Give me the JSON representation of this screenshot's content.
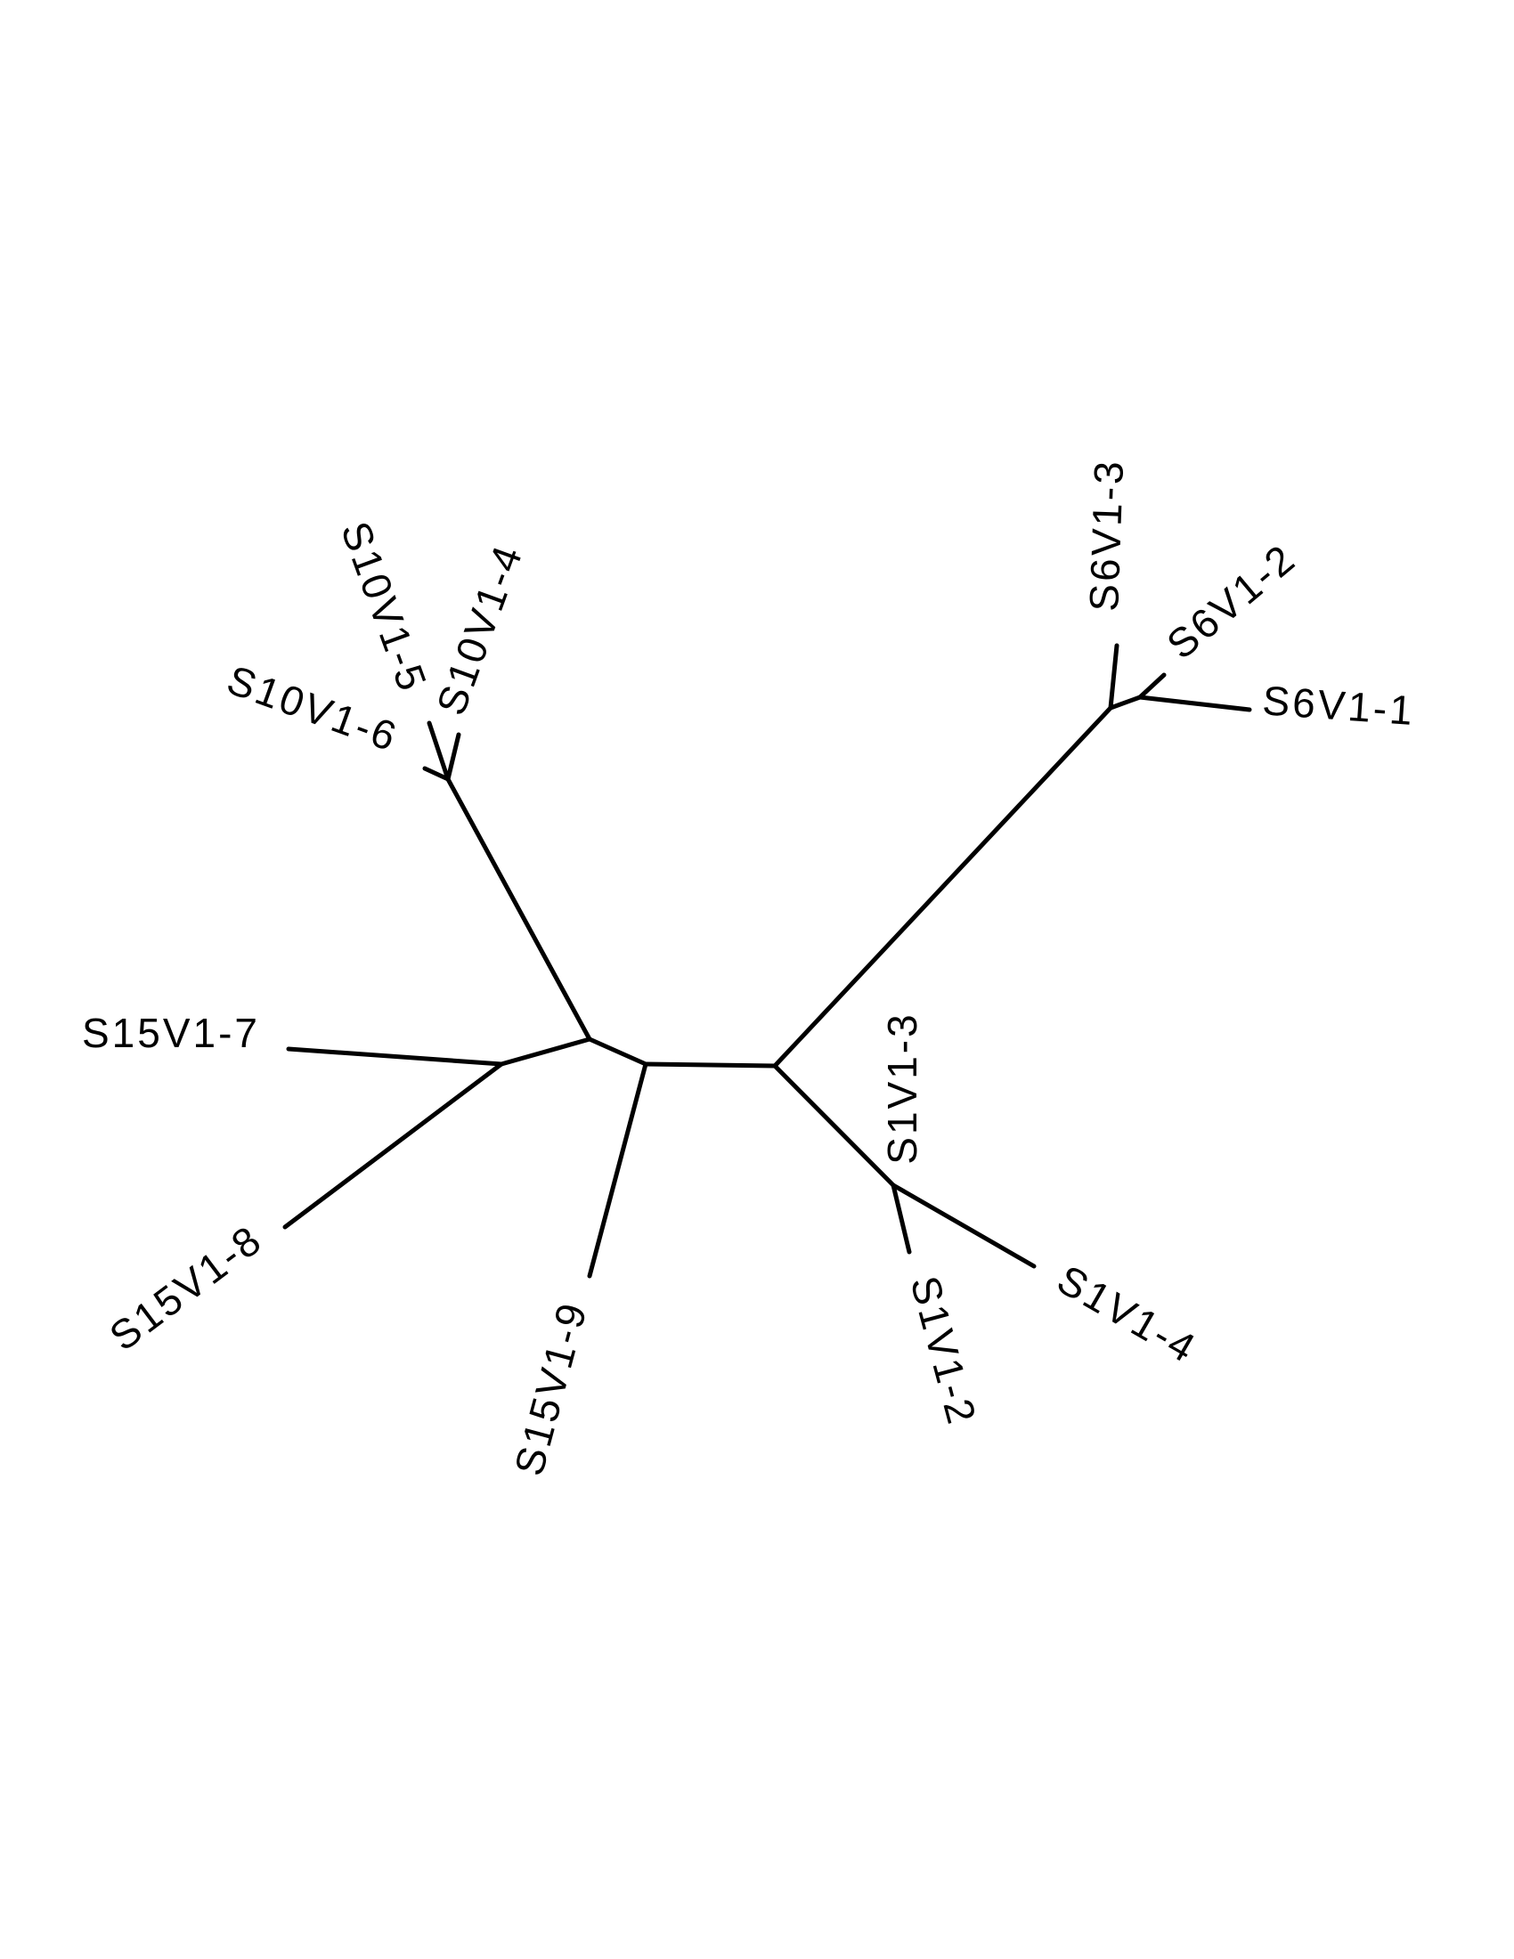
{
  "diagram": {
    "type": "unrooted phylogenetic tree",
    "line_color": "#000000",
    "background": "#ffffff",
    "leaves": [
      {
        "id": "s15v1-7",
        "label": "S15V1-7"
      },
      {
        "id": "s15v1-8",
        "label": "S15V1-8"
      },
      {
        "id": "s15v1-9",
        "label": "S15V1-9"
      },
      {
        "id": "s10v1-6",
        "label": "S10V1-6"
      },
      {
        "id": "s10v1-5",
        "label": "S10V1-5"
      },
      {
        "id": "s10v1-4",
        "label": "S10V1-4"
      },
      {
        "id": "s6v1-3",
        "label": "S6V1-3"
      },
      {
        "id": "s6v1-2",
        "label": "S6V1-2"
      },
      {
        "id": "s6v1-1",
        "label": "S6V1-1"
      },
      {
        "id": "s1v1-3",
        "label": "S1V1-3"
      },
      {
        "id": "s1v1-2",
        "label": "S1V1-2"
      },
      {
        "id": "s1v1-4",
        "label": "S1V1-4"
      }
    ]
  }
}
